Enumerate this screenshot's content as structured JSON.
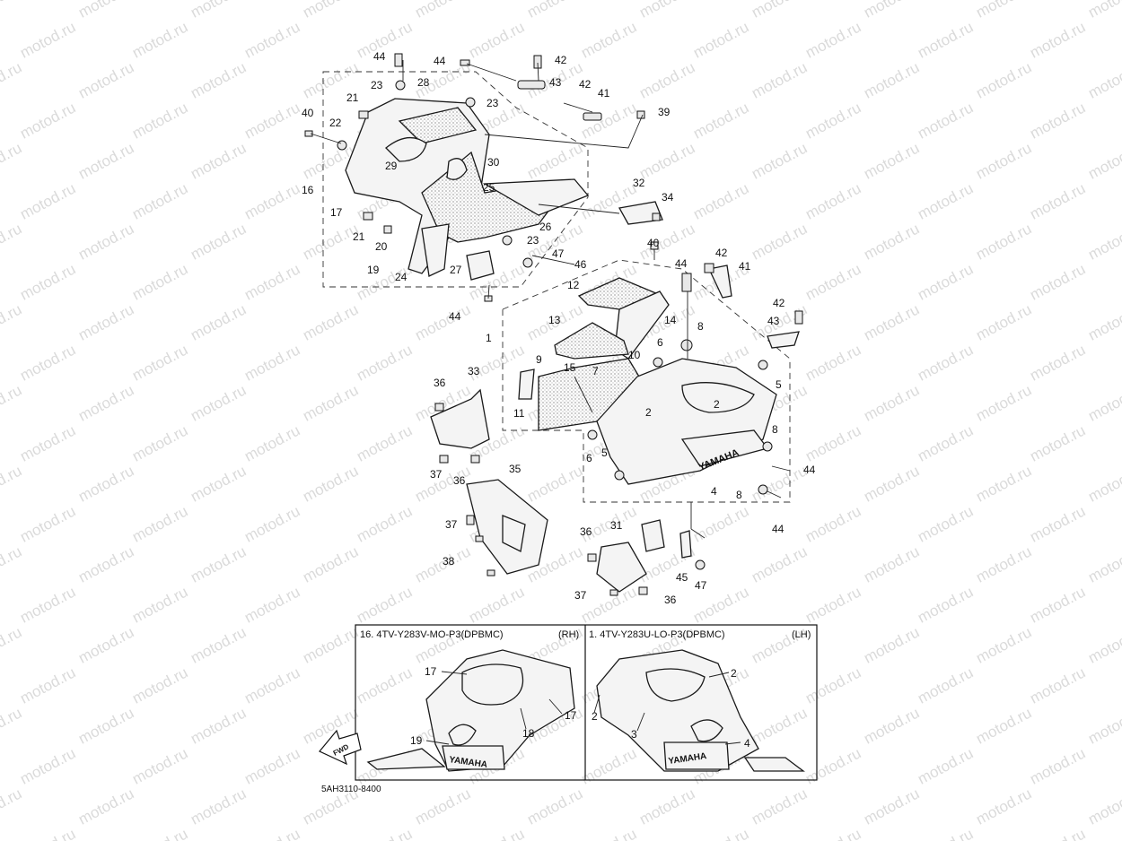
{
  "diagram": {
    "callouts": {
      "c44a": "44",
      "c44b": "44",
      "c23a": "23",
      "c28": "28",
      "c23b": "23",
      "c42a": "42",
      "c43a": "43",
      "c42b": "42",
      "c41a": "41",
      "c39": "39",
      "c40a": "40",
      "c21a": "21",
      "c22": "22",
      "c16": "16",
      "c17a": "17",
      "c29": "29",
      "c30": "30",
      "c25": "25",
      "c32": "32",
      "c34": "34",
      "c26": "26",
      "c21b": "21",
      "c20": "20",
      "c23c": "23",
      "c19a": "19",
      "c24": "24",
      "c27": "27",
      "c47a": "47",
      "c46": "46",
      "c40b": "40",
      "c42c": "42",
      "c41b": "41",
      "c44c": "44",
      "c12": "12",
      "c14": "14",
      "c1a": "1",
      "c13": "13",
      "c6a": "6",
      "c8a": "8",
      "c42d": "42",
      "c43b": "43",
      "c15": "15",
      "c9": "9",
      "c7": "7",
      "c10": "10",
      "c5a": "5",
      "c11": "11",
      "c2a": "2",
      "c2b": "2",
      "c36a": "36",
      "c33": "33",
      "c8b": "8",
      "c6b": "6",
      "c5b": "5",
      "c44d": "44",
      "c4a": "4",
      "c8c": "8",
      "c44e": "44",
      "c37a": "37",
      "c36b": "36",
      "c35": "35",
      "c37b": "37",
      "c38": "38",
      "c36c": "36",
      "c31": "31",
      "c45": "45",
      "c47b": "47",
      "c37c": "37",
      "c36d": "36"
    },
    "logo_text": "YAMAHA",
    "inset_right_part_label": "16. 4TV-Y283V-MO-P3(DPBMC)",
    "inset_right_side": "(RH)",
    "inset_left_part_label": "1. 4TV-Y283U-LO-P3(DPBMC)",
    "inset_left_side": "(LH)",
    "inset_callouts": {
      "r17a": "17",
      "r17b": "17",
      "r18": "18",
      "r19": "19",
      "l2a": "2",
      "l2b": "2",
      "l3": "3",
      "l4": "4"
    },
    "fwd_label": "FWD",
    "drawing_code": "5AH3110-8400",
    "watermark": "motod.ru"
  }
}
